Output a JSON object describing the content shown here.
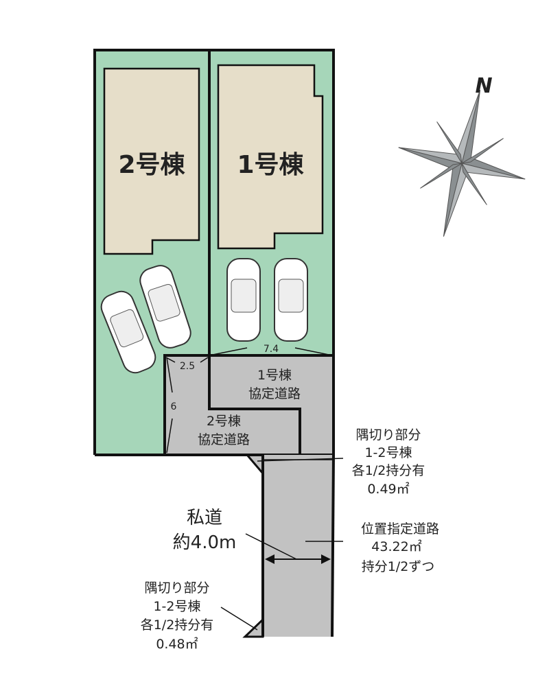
{
  "colors": {
    "lot": "#a6d6b9",
    "building": "#e6dec9",
    "road": "#c2c2c2",
    "line": "#111111",
    "compass": "#8a8f91"
  },
  "buildings": [
    {
      "label": "2号棟"
    },
    {
      "label": "1号棟"
    }
  ],
  "dimensions": {
    "frontage": "7.4",
    "corner": "2.5",
    "depth": "6"
  },
  "agreement_roads": [
    {
      "line1": "1号棟",
      "line2": "協定道路"
    },
    {
      "line1": "2号棟",
      "line2": "協定道路"
    }
  ],
  "private_road": {
    "line1": "私道",
    "line2": "約4.0m"
  },
  "designated_road": {
    "line1": "位置指定道路",
    "line2": "43.22㎡",
    "line3": "持分1/2ずつ"
  },
  "corner_cut_top": {
    "line1": "隅切り部分",
    "line2": "1-2号棟",
    "line3": "各1/2持分有",
    "line4": "0.49㎡"
  },
  "corner_cut_bottom": {
    "line1": "隅切り部分",
    "line2": "1-2号棟",
    "line3": "各1/2持分有",
    "line4": "0.48㎡"
  },
  "compass": {
    "label": "N"
  }
}
